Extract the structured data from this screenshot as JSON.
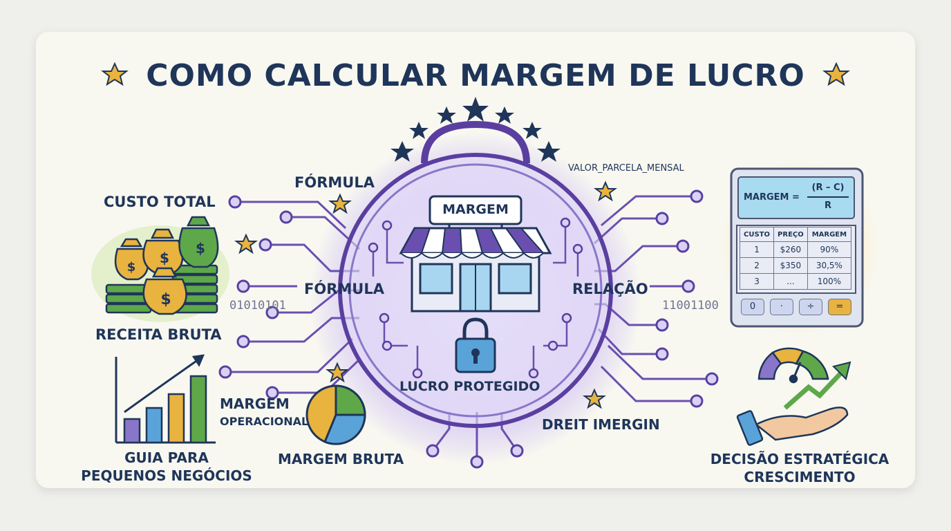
{
  "title": "COMO CALCULAR MARGEM DE LUCRO",
  "labels": {
    "custo_total": "CUSTO TOTAL",
    "formula_top": "FÓRMULA",
    "formula_mid": "FÓRMULA",
    "valor_parcela": "VALOR_PARCELA_MENSAL",
    "relacao": "RELAÇÃO",
    "receita_bruta": "RECEITA BRUTA",
    "binary_left": "01010101",
    "binary_right": "11001100",
    "lucro_protegido": "LUCRO PROTEGIDO",
    "margem_sign": "MARGEM",
    "margem_operacional_1": "MARGEM",
    "margem_operacional_2": "OPERACIONAL",
    "margem_bruta": "MARGEM BRUTA",
    "dreit": "DREIT IMERGIN",
    "guia_1": "GUIA PARA",
    "guia_2": "PEQUENOS NEGÓCIOS",
    "decisao_1": "DECISÃO ESTRATÉGICA",
    "decisao_2": "CRESCIMENTO"
  },
  "calculator": {
    "formula_lhs": "MARGEM =",
    "formula_num": "(R – C)",
    "formula_den": "R",
    "headers": [
      "CUSTO",
      "PREÇO",
      "MARGEM"
    ],
    "rows": [
      [
        "1",
        "$260",
        "90%"
      ],
      [
        "2",
        "$350",
        "30,5%"
      ],
      [
        "3",
        "...",
        "100%"
      ]
    ],
    "buttons": [
      "0",
      "·",
      "÷",
      "="
    ]
  },
  "dollar": "$",
  "colors": {
    "navy": "#1f3559",
    "purple": "#6a4fb0",
    "gold": "#e8b33e",
    "green": "#5ea84a",
    "blue": "#5aa3d8"
  }
}
